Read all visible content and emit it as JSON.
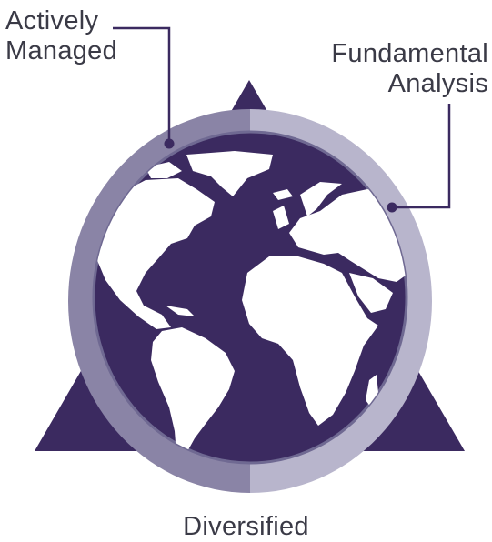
{
  "labels": {
    "actively_managed": [
      "Actively",
      "Managed"
    ],
    "fundamental_analysis": [
      "Fundamental",
      "Analysis"
    ],
    "diversified": "Diversified"
  },
  "colors": {
    "triangle": "#3b2a60",
    "globe_ocean": "#3b2a60",
    "land": "#ffffff",
    "ring_left": "#8a84a6",
    "ring_right": "#b8b5cc",
    "ring_inner_edge": "#6f6992",
    "leader_line": "#3b2a60",
    "text": "#3a3a46"
  }
}
